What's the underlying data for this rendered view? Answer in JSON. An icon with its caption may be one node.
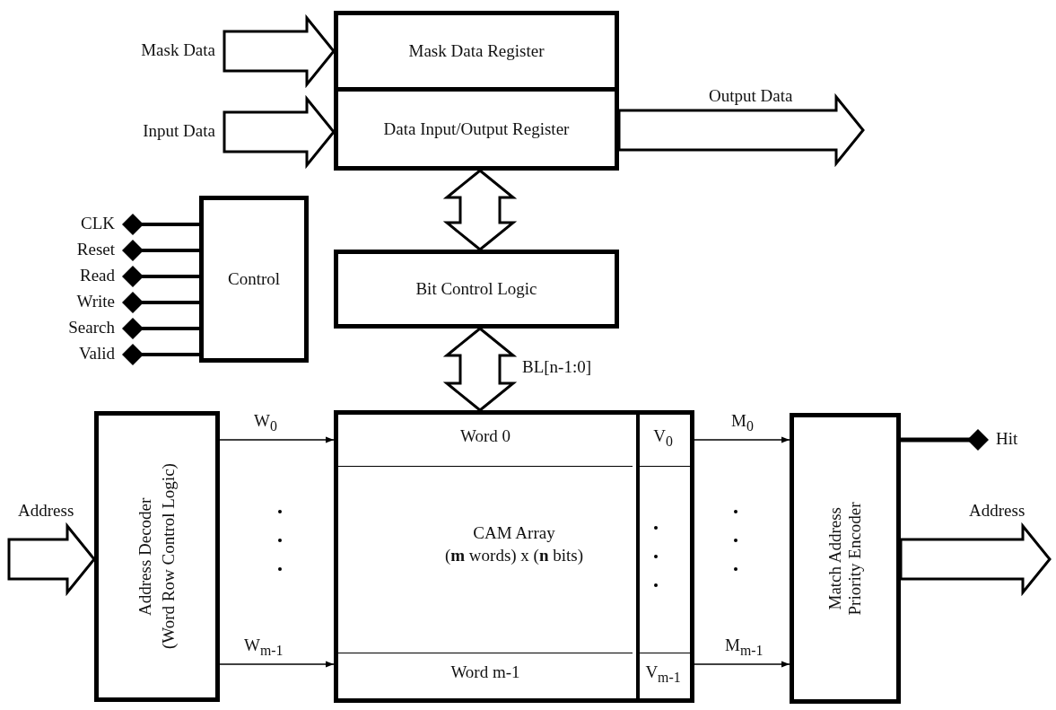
{
  "diagram": {
    "nodes": [
      {
        "text": [
          "Mask Data Register"
        ]
      },
      {
        "text": [
          "Data Input/Output Register"
        ]
      },
      {
        "text": [
          "Control"
        ]
      },
      {
        "text": [
          "Bit Control Logic"
        ]
      },
      {
        "text": [
          "Address Decoder",
          "(Word Row Control Logic)"
        ]
      },
      {
        "text": [
          "CAM Array",
          "(**m** words) x (**n** bits)"
        ]
      },
      {
        "text": [
          "Word 0"
        ],
        "in": 5
      },
      {
        "text": [
          "V$_{0}$"
        ],
        "in": 5
      },
      {
        "text": [
          "Word m-1"
        ],
        "in": 5
      },
      {
        "text": [
          "V$_{m-1}$"
        ],
        "in": 5
      },
      {
        "text": [
          "Match Address Priority Encoder"
        ]
      }
    ],
    "edges": [
      {
        "from": null,
        "to": 0,
        "arrow": "to",
        "label": "Mask Data"
      },
      {
        "from": null,
        "to": 1,
        "arrow": "to",
        "label": "Input Data"
      },
      {
        "from": 1,
        "to": null,
        "arrow": "to",
        "label": "Output Data"
      },
      {
        "from": 1,
        "to": 3,
        "arrow": "both"
      },
      {
        "from": 3,
        "to": 5,
        "arrow": "both",
        "label": "BL[n-1:0]"
      },
      {
        "from": null,
        "to": 2,
        "arrow": "other",
        "label": "CLK"
      },
      {
        "from": null,
        "to": 2,
        "arrow": "other",
        "label": "Reset"
      },
      {
        "from": null,
        "to": 2,
        "arrow": "other",
        "label": "Read"
      },
      {
        "from": null,
        "to": 2,
        "arrow": "other",
        "label": "Write"
      },
      {
        "from": null,
        "to": 2,
        "arrow": "other",
        "label": "Search"
      },
      {
        "from": null,
        "to": 2,
        "arrow": "other",
        "label": "Valid"
      },
      {
        "from": 4,
        "to": 6,
        "arrow": "to",
        "label": "W$_{0}$"
      },
      {
        "from": 4,
        "to": 8,
        "arrow": "to",
        "label": "W$_{m-1}$"
      },
      {
        "from": 7,
        "to": 10,
        "arrow": "to",
        "label": "M$_{0}$"
      },
      {
        "from": 9,
        "to": 10,
        "arrow": "to",
        "label": "M$_{m-1}$"
      },
      {
        "from": 10,
        "to": null,
        "arrow": "other",
        "label": "Hit"
      },
      {
        "from": null,
        "to": 4,
        "arrow": "to",
        "label": "Address"
      },
      {
        "from": 10,
        "to": null,
        "arrow": "to",
        "label": "Address"
      }
    ]
  }
}
